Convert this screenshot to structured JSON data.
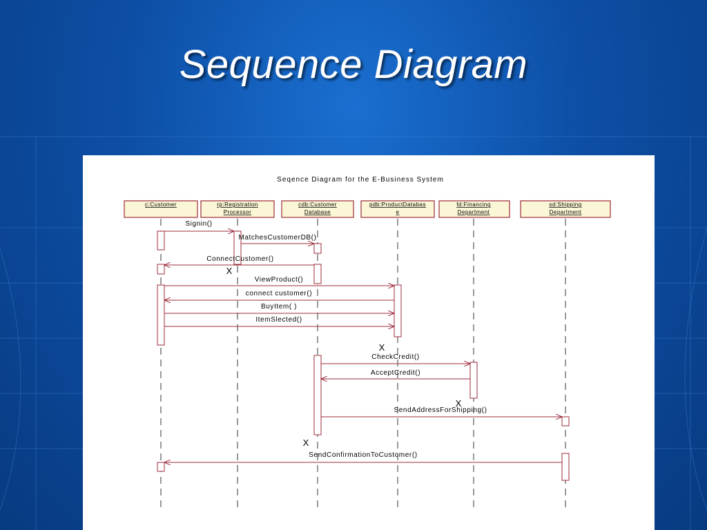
{
  "slide": {
    "title": "Sequence Diagram"
  },
  "diagram": {
    "title": "Seqence Diagram for the E-Business System",
    "objects": [
      {
        "id": "customer",
        "lines": [
          "c:Customer"
        ]
      },
      {
        "id": "registration",
        "lines": [
          "rp:Registration",
          "Processor"
        ]
      },
      {
        "id": "customer-db",
        "lines": [
          "cdb:Customer",
          "Database"
        ]
      },
      {
        "id": "product-db",
        "lines": [
          "pdb:ProductDatabas",
          "e"
        ]
      },
      {
        "id": "financing",
        "lines": [
          "fd:Financing",
          "Department"
        ]
      },
      {
        "id": "shipping",
        "lines": [
          "sd:Shipping",
          "Department"
        ]
      }
    ],
    "messages": [
      {
        "id": "signin",
        "label": "Signin()"
      },
      {
        "id": "matches-customer-db",
        "label": "MatchesCustomerDB()"
      },
      {
        "id": "connect-customer",
        "label": "ConnectCustomer()"
      },
      {
        "id": "view-product",
        "label": "ViewProduct()"
      },
      {
        "id": "connect-customer-2",
        "label": "connect customer()"
      },
      {
        "id": "buy-item",
        "label": "BuyItem( )"
      },
      {
        "id": "item-selected",
        "label": "ItemSlected()"
      },
      {
        "id": "check-credit",
        "label": "CheckCredit()"
      },
      {
        "id": "accept-credit",
        "label": "AcceptCredit()"
      },
      {
        "id": "send-address",
        "label": "SendAddressForShipping()"
      },
      {
        "id": "send-confirmation",
        "label": "SendConfirmationToCustomer()"
      }
    ],
    "destroy_mark": "X",
    "colors": {
      "object_fill": "#fbf6d5",
      "object_border": "#9b2b3a",
      "line": "#9b2b3a",
      "lifeline": "#333333"
    }
  }
}
